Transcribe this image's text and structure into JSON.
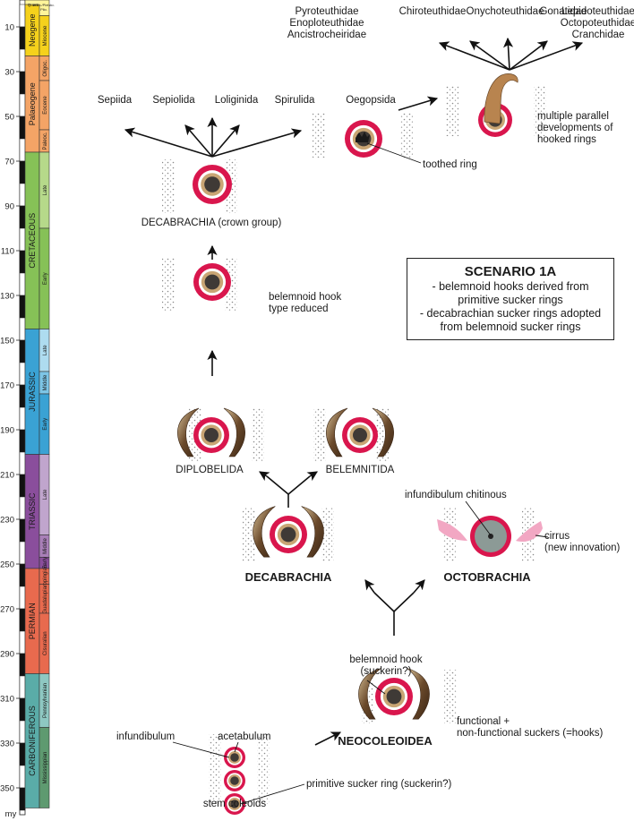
{
  "timescale": {
    "unit_label": "my",
    "ticks": [
      10,
      30,
      50,
      70,
      90,
      110,
      130,
      150,
      170,
      190,
      210,
      230,
      250,
      270,
      290,
      310,
      330,
      350
    ],
    "periods": [
      {
        "name": "Neogene",
        "start": 0,
        "end": 23,
        "color": "#f5d11c",
        "epochs": [
          {
            "name": "Miocene",
            "start": 5,
            "end": 23
          }
        ]
      },
      {
        "name": "Palaeogene",
        "start": 23,
        "end": 66,
        "color": "#f4a466",
        "epochs": [
          {
            "name": "Oligoc.",
            "start": 23,
            "end": 34
          },
          {
            "name": "Eocene",
            "start": 34,
            "end": 56
          },
          {
            "name": "Paleoc.",
            "start": 56,
            "end": 66
          }
        ]
      },
      {
        "name": "CRETACEOUS",
        "start": 66,
        "end": 145,
        "color": "#86c157",
        "epochs": [
          {
            "name": "Late",
            "start": 66,
            "end": 100,
            "color": "#b6d98a"
          },
          {
            "name": "Early",
            "start": 100,
            "end": 145
          }
        ]
      },
      {
        "name": "JURASSIC",
        "start": 145,
        "end": 201,
        "color": "#3aa2d4",
        "epochs": [
          {
            "name": "Late",
            "start": 145,
            "end": 164,
            "color": "#aedcf0"
          },
          {
            "name": "Middle",
            "start": 164,
            "end": 174,
            "color": "#7dc5e6"
          },
          {
            "name": "Early",
            "start": 174,
            "end": 201
          }
        ]
      },
      {
        "name": "TRIASSIC",
        "start": 201,
        "end": 252,
        "color": "#8a4e9c",
        "epochs": [
          {
            "name": "Late",
            "start": 201,
            "end": 237,
            "color": "#c0a5cd"
          },
          {
            "name": "Middle",
            "start": 237,
            "end": 247,
            "color": "#a97fb8"
          },
          {
            "name": "Early",
            "start": 247,
            "end": 252
          }
        ]
      },
      {
        "name": "PERMIAN",
        "start": 252,
        "end": 299,
        "color": "#e86a4e",
        "epochs": [
          {
            "name": "Lopingian",
            "start": 252,
            "end": 259
          },
          {
            "name": "Guadalupian",
            "start": 259,
            "end": 272
          },
          {
            "name": "Cisuralian",
            "start": 272,
            "end": 299
          }
        ]
      },
      {
        "name": "CARBONIFEROUS",
        "start": 299,
        "end": 359,
        "color": "#5aaca8",
        "epochs": [
          {
            "name": "Pennsylvanian",
            "start": 299,
            "end": 323,
            "color": "#8ec8c2"
          },
          {
            "name": "Mississippian",
            "start": 323,
            "end": 359,
            "color": "#5e9a70"
          }
        ]
      }
    ],
    "top_labels": [
      "Quart.",
      "Holo./Pleisto.",
      "Plio."
    ]
  },
  "taxa_top_groups": [
    {
      "text": "Pyroteuthidae\nEnoploteuthidae\nAncistrocheiridae"
    },
    {
      "text": "Chiroteuthidae"
    },
    {
      "text": "Onychoteuthidae"
    },
    {
      "text": "Gonatidae"
    },
    {
      "text": "Lepidoteuthidae\nOctopoteuthidae\nCranchidae"
    }
  ],
  "crown_taxa": [
    "Sepiida",
    "Sepiolida",
    "Loliginida",
    "Spirulida"
  ],
  "labels": {
    "oegopsida": "Oegopsida",
    "multiple_hooked": "multiple parallel\ndevelopments of\nhooked rings",
    "toothed_ring": "toothed ring",
    "crown_group": "DECABRACHIA (crown group)",
    "hook_reduced": "belemnoid hook\ntype reduced",
    "diplobelida": "DIPLOBELIDA",
    "belemnitida": "BELEMNITIDA",
    "decabrachia": "DECABRACHIA",
    "octobrachia": "OCTOBRACHIA",
    "infundibulum_chitinous": "infundibulum chitinous",
    "cirrus": "cirrus\n(new innovation)",
    "belemnoid_hook": "belemnoid hook\n(suckerin?)",
    "functional": "functional +\nnon-functional suckers (=hooks)",
    "neocoleoidea": "NEOCOLEOIDEA",
    "infundibulum": "infundibulum",
    "acetabulum": "acetabulum",
    "primitive_ring": "primitive sucker ring (suckerin?)",
    "stem_coleoids": "stem coleoids"
  },
  "scenario": {
    "title": "SCENARIO 1A",
    "lines": [
      "- belemnoid hooks derived from",
      "primitive sucker rings",
      "- decabrachian sucker rings adopted",
      "from belemnoid sucker rings"
    ]
  },
  "colors": {
    "ring_red": "#d9164d",
    "ring_tan": "#c9a574",
    "core_dark": "#3f3a36",
    "hook_brown": "#6b4a2b",
    "cirrus_pink": "#f2a7c3",
    "octo_grey": "#8c9a96"
  }
}
